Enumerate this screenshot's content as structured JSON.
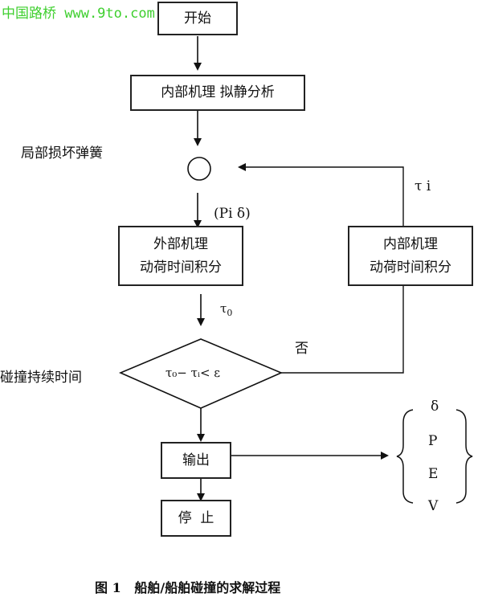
{
  "watermark": "中国路桥 www.9to.com",
  "nodes": {
    "start": "开始",
    "internal_static": "内部机理 拟静分析",
    "local_spring_label": "局部损坏弹簧",
    "external_line1": "外部机理",
    "external_line2": "动荷时间积分",
    "internal_line1": "内部机理",
    "internal_line2": "动荷时间积分",
    "decision": "τ₀− τᵢ< ε",
    "collision_duration_label": "碰撞持续时间",
    "no_label": "否",
    "output": "输出",
    "stop": "停  止"
  },
  "edge_labels": {
    "pi_delta": "(Pi δ)",
    "tau_i": "τ i",
    "tau_0": "τ",
    "tau_0_sub": "0"
  },
  "outputs": [
    "δ",
    "P",
    "E",
    "V"
  ],
  "caption": "图 1   船舶/船舶碰撞的求解过程"
}
